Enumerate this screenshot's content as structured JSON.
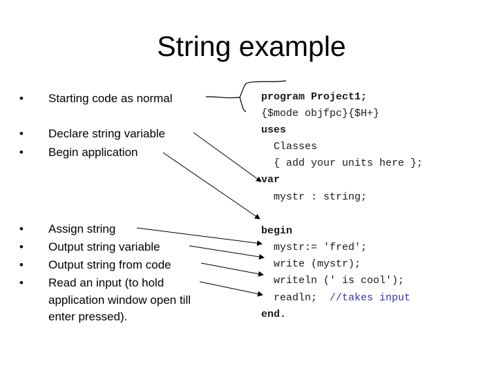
{
  "title": "String example",
  "bullet_char": "•",
  "bullets": [
    {
      "text": "Starting code as normal"
    },
    {
      "text": "Declare string variable"
    },
    {
      "text": "Begin application"
    },
    {
      "text": "Assign string"
    },
    {
      "text": "Output string variable"
    },
    {
      "text": "Output string from code"
    },
    {
      "text": "Read an input (to hold",
      "line2": "application window open till",
      "line3": "enter pressed)."
    }
  ],
  "code": {
    "l1": "program Project1;",
    "l2": "{$mode objfpc}{$H+}",
    "l3": "uses",
    "l4": "  Classes",
    "l5": "  { add your units here };",
    "l6": "var",
    "l7": "  mystr : string;",
    "l8": "begin",
    "l9": "  mystr:= 'fred';",
    "l10": "  write (mystr);",
    "l11": "  writeln (' is cool');",
    "l12a": "  readln;  ",
    "l12b": "//takes input",
    "l13": "end."
  }
}
